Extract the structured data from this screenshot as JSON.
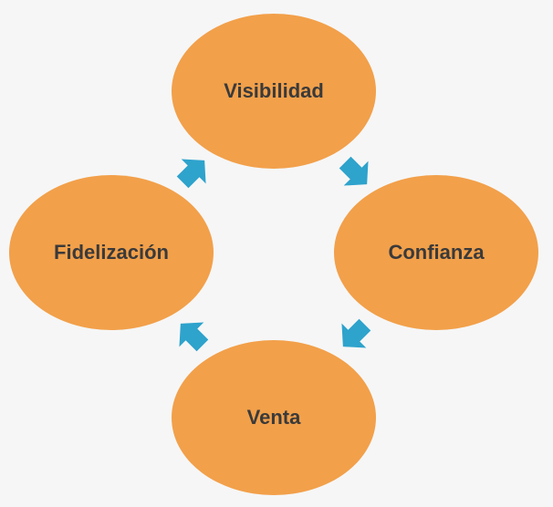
{
  "colors": {
    "background": "#f6f6f6",
    "node_fill": "#f2a04a",
    "node_text": "#3a3a3a",
    "arrow_fill": "#2ea3cc"
  },
  "nodes": [
    {
      "id": "visibilidad",
      "label": "Visibilidad"
    },
    {
      "id": "confianza",
      "label": "Confianza"
    },
    {
      "id": "venta",
      "label": "Venta"
    },
    {
      "id": "fidelizacion",
      "label": "Fidelización"
    }
  ],
  "edges": [
    {
      "from": "visibilidad",
      "to": "confianza",
      "icon": "arrow-icon"
    },
    {
      "from": "confianza",
      "to": "venta",
      "icon": "arrow-icon"
    },
    {
      "from": "venta",
      "to": "fidelizacion",
      "icon": "arrow-icon"
    },
    {
      "from": "fidelizacion",
      "to": "visibilidad",
      "icon": "arrow-icon"
    }
  ]
}
